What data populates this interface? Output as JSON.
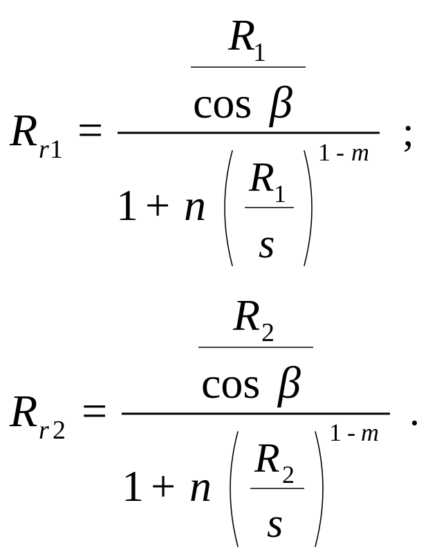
{
  "equations": [
    {
      "lhs_symbol": "R",
      "lhs_subscript_var": "r",
      "lhs_subscript_num": "1",
      "equals": "=",
      "inner_num_symbol": "R",
      "inner_num_sub": "1",
      "inner_den_func": "cos",
      "inner_den_var": "β",
      "one": "1",
      "plus": "+",
      "coef": "n",
      "frac_num_symbol": "R",
      "frac_num_sub": "1",
      "frac_den": "s",
      "exp_one": "1",
      "exp_minus": "-",
      "exp_var": "m",
      "punct": ";"
    },
    {
      "lhs_symbol": "R",
      "lhs_subscript_var": "r",
      "lhs_subscript_num": "2",
      "equals": "=",
      "inner_num_symbol": "R",
      "inner_num_sub": "2",
      "inner_den_func": "cos",
      "inner_den_var": "β",
      "one": "1",
      "plus": "+",
      "coef": "n",
      "frac_num_symbol": "R",
      "frac_num_sub": "2",
      "frac_den": "s",
      "exp_one": "1",
      "exp_minus": "-",
      "exp_var": "m",
      "punct": "."
    }
  ]
}
